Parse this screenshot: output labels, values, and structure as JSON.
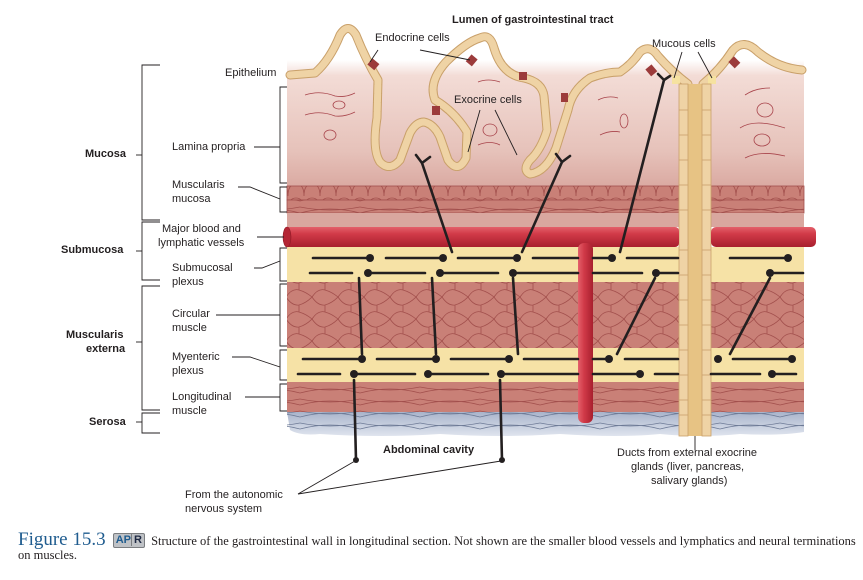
{
  "figure": {
    "title": "Structure of the gastrointestinal wall",
    "layers": [
      {
        "name": "Mucosa",
        "sublayers": [
          "Epithelium",
          "Lamina propria",
          "Muscularis mucosa"
        ]
      },
      {
        "name": "Submucosa",
        "sublayers": [
          "Major blood and lymphatic vessels",
          "Submucosal plexus"
        ]
      },
      {
        "name": "Muscularis externa",
        "sublayers": [
          "Circular muscle",
          "Myenteric plexus",
          "Longitudinal muscle"
        ]
      },
      {
        "name": "Serosa",
        "sublayers": []
      }
    ]
  },
  "labels": {
    "lumen": "Lumen of gastrointestinal tract",
    "endocrine_cells": "Endocrine cells",
    "mucous_cells": "Mucous cells",
    "exocrine_cells": "Exocrine cells",
    "epithelium": "Epithelium",
    "lamina_propria": "Lamina propria",
    "muscularis_mucosa_1": "Muscularis",
    "muscularis_mucosa_2": "mucosa",
    "major_blood_1": "Major blood and",
    "major_blood_2": "lymphatic vessels",
    "submucosal_plexus_1": "Submucosal",
    "submucosal_plexus_2": "plexus",
    "circular_muscle_1": "Circular",
    "circular_muscle_2": "muscle",
    "myenteric_plexus_1": "Myenteric",
    "myenteric_plexus_2": "plexus",
    "longitudinal_muscle_1": "Longitudinal",
    "longitudinal_muscle_2": "muscle",
    "mucosa": "Mucosa",
    "submucosa": "Submucosa",
    "muscularis_externa_1": "Muscularis",
    "muscularis_externa_2": "externa",
    "serosa": "Serosa",
    "abdominal_cavity": "Abdominal cavity",
    "autonomic_1": "From the autonomic",
    "autonomic_2": "nervous system",
    "ducts_1": "Ducts from external exocrine",
    "ducts_2": "glands (liver, pancreas,",
    "ducts_3": "salivary glands)"
  },
  "caption": {
    "figure_number": "Figure 15.3",
    "badge_left": "AP",
    "badge_right": "R",
    "text": "Structure of the gastrointestinal wall in longitudinal section. Not shown are the smaller blood vessels and lymphatics and neural terminations on muscles."
  },
  "colors": {
    "lamina_propria": "#e8c4bd",
    "muscle": "#c98077",
    "plexus": "#f6e2a6",
    "blood_vessel": "#c8283a",
    "serosa": "#b6c0d4",
    "epithelial_cell": "#efd3a5",
    "endocrine_cell": "#9c3b3b",
    "nerve": "#231f20",
    "figure_number": "#1f5c8f"
  }
}
